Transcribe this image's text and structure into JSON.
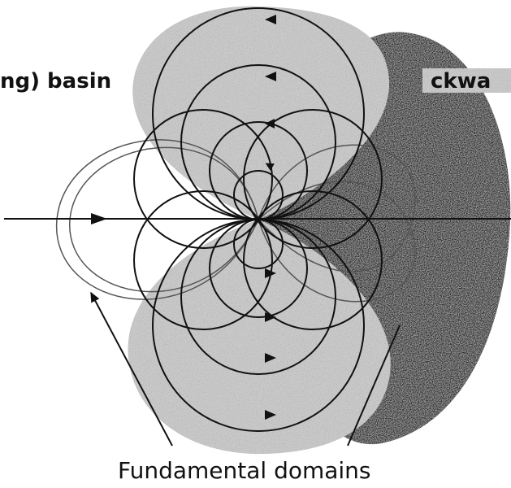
{
  "labels": {
    "left_basin": "ng) basin",
    "right_basin": "ckwa",
    "caption": "Fundamental domains"
  },
  "colors": {
    "background": "#ffffff",
    "light_shade": "#c9c9c9",
    "dark_shade": "#2b2b2b",
    "ink": "#111111"
  }
}
